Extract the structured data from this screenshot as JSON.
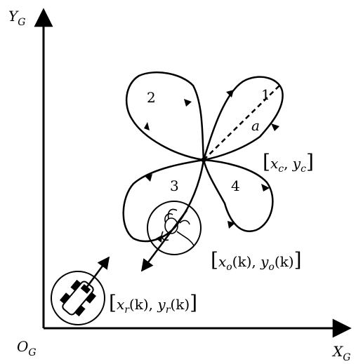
{
  "axes": {
    "y_label": "Y",
    "y_sub": "G",
    "x_label": "X",
    "x_sub": "G",
    "origin_label": "O",
    "origin_sub": "G"
  },
  "petals": [
    "1",
    "2",
    "3",
    "4"
  ],
  "radius_label": "a",
  "center_label": {
    "prefix": "[",
    "x": "x",
    "x_sub": "c",
    "sep": ", ",
    "y": "y",
    "y_sub": "c",
    "suffix": "]"
  },
  "obstacle_label": {
    "prefix": "[",
    "x": "x",
    "x_sub": "o",
    "x_arg": "(k)",
    "sep": ", ",
    "y": "y",
    "y_sub": "o",
    "y_arg": "(k)",
    "suffix": "]"
  },
  "robot_label": {
    "prefix": "[",
    "x": "x",
    "x_sub": "r",
    "x_arg": "(k)",
    "sep": ", ",
    "y": "y",
    "y_sub": "r",
    "y_arg": "(k)",
    "suffix": "]"
  },
  "colors": {
    "ink": "#000000",
    "background": "#ffffff"
  }
}
